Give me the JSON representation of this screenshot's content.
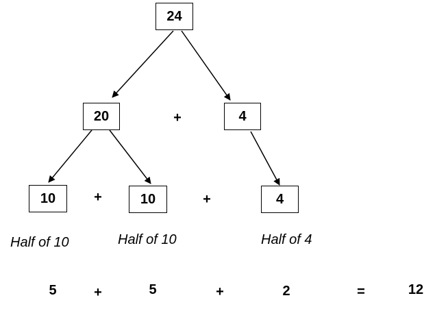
{
  "tree": {
    "root": "24",
    "level1": {
      "left": "20",
      "plus": "+",
      "right": "4"
    },
    "level2": {
      "a": "10",
      "plus_ab": "+",
      "b": "10",
      "plus_bc": "+",
      "c": "4"
    }
  },
  "notes": {
    "a": "Half of 10",
    "b": "Half of 10",
    "c": "Half of 4"
  },
  "sum": {
    "a": "5",
    "plus1": "+",
    "b": "5",
    "plus2": "+",
    "c": "2",
    "equals": "=",
    "result": "12"
  },
  "colors": {
    "stroke": "#000000",
    "text": "#000000",
    "background": "#ffffff"
  }
}
